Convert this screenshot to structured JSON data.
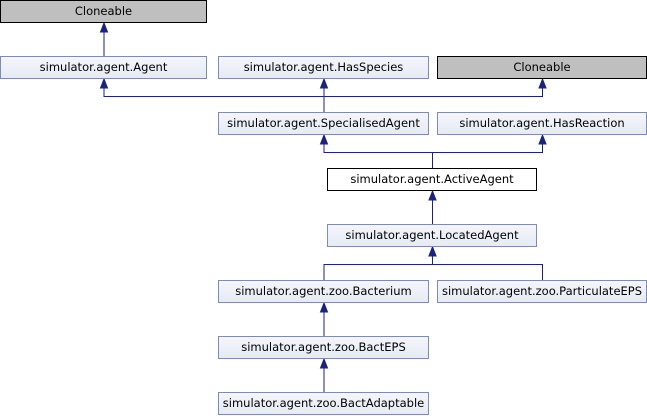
{
  "colors": {
    "edge": "#1a237e",
    "node_border": "#7e8bb2",
    "external_fill": "#bfbfbf",
    "focus_fill": "#ffffff"
  },
  "nodes": {
    "cloneable_top": "Cloneable",
    "agent": "simulator.agent.Agent",
    "has_species": "simulator.agent.HasSpecies",
    "cloneable_right": "Cloneable",
    "specialised_agent": "simulator.agent.SpecialisedAgent",
    "has_reaction": "simulator.agent.HasReaction",
    "active_agent": "simulator.agent.ActiveAgent",
    "located_agent": "simulator.agent.LocatedAgent",
    "bacterium": "simulator.agent.zoo.Bacterium",
    "particulate_eps": "simulator.agent.zoo.ParticulateEPS",
    "bact_eps": "simulator.agent.zoo.BactEPS",
    "bact_adaptable": "simulator.agent.zoo.BactAdaptable"
  },
  "edges": [
    {
      "from": "agent",
      "to": "cloneable_top"
    },
    {
      "from": "specialised_agent",
      "to": "agent"
    },
    {
      "from": "specialised_agent",
      "to": "has_species"
    },
    {
      "from": "specialised_agent",
      "to": "cloneable_right"
    },
    {
      "from": "active_agent",
      "to": "specialised_agent"
    },
    {
      "from": "active_agent",
      "to": "has_reaction"
    },
    {
      "from": "located_agent",
      "to": "active_agent"
    },
    {
      "from": "bacterium",
      "to": "located_agent"
    },
    {
      "from": "particulate_eps",
      "to": "located_agent"
    },
    {
      "from": "bact_eps",
      "to": "bacterium"
    },
    {
      "from": "bact_adaptable",
      "to": "bact_eps"
    }
  ]
}
